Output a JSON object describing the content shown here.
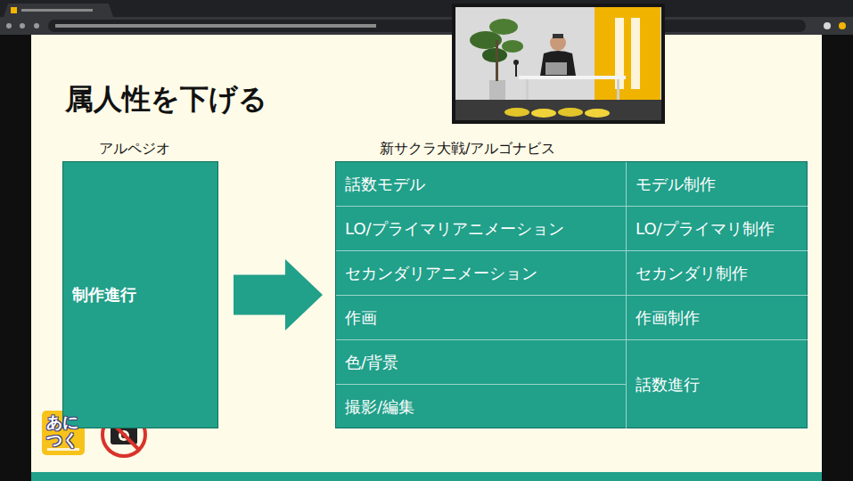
{
  "diagram": {
    "title": "属人性を下げる",
    "nodes": [
      {
        "text": [
          "アルペジオ",
          "制作進行"
        ]
      },
      {
        "text": [
          "新サクラ大戦/アルゴナビス"
        ]
      },
      {
        "text": [
          "話数モデル"
        ],
        "in": 1
      },
      {
        "text": [
          "モデル制作"
        ],
        "in": 1
      },
      {
        "text": [
          "LO/プライマリアニメーション"
        ],
        "in": 1
      },
      {
        "text": [
          "LO/プライマリ制作"
        ],
        "in": 1
      },
      {
        "text": [
          "セカンダリアニメーション"
        ],
        "in": 1
      },
      {
        "text": [
          "セカンダリ制作"
        ],
        "in": 1
      },
      {
        "text": [
          "作画"
        ],
        "in": 1
      },
      {
        "text": [
          "作画制作"
        ],
        "in": 1
      },
      {
        "text": [
          "色/背景"
        ],
        "in": 1
      },
      {
        "text": [
          "話数進行"
        ],
        "in": 1
      },
      {
        "text": [
          "撮影/編集"
        ],
        "in": 1
      }
    ],
    "edges": [
      {
        "from": 0,
        "to": 1,
        "arrow": "to"
      }
    ],
    "labels": [
      "あに",
      "つく"
    ]
  }
}
